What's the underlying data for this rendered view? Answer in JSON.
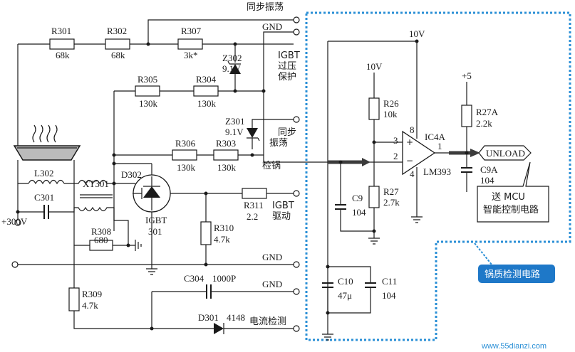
{
  "terminals": {
    "sync_osc_top": "同步振荡",
    "gnd_top": "GND",
    "igbt_overvoltage": "IGBT\n过压\n保护",
    "sync_osc_mid": "同步\n振荡",
    "pan_detect": "检锅",
    "igbt_drive": "IGBT\n驱动",
    "gnd_mid": "GND",
    "gnd_low": "GND",
    "current_detect": "电流检测",
    "supply": "+300V"
  },
  "components": {
    "R301": {
      "ref": "R301",
      "val": "68k"
    },
    "R302": {
      "ref": "R302",
      "val": "68k"
    },
    "R307": {
      "ref": "R307",
      "val": "3k*"
    },
    "Z302": {
      "ref": "Z302",
      "val": "9.1V"
    },
    "R305": {
      "ref": "R305",
      "val": "130k"
    },
    "R304": {
      "ref": "R304",
      "val": "130k"
    },
    "Z301": {
      "ref": "Z301",
      "val": "9.1V"
    },
    "R306": {
      "ref": "R306",
      "val": "130k"
    },
    "R303": {
      "ref": "R303",
      "val": "130k"
    },
    "L302": {
      "ref": "L302"
    },
    "C301": {
      "ref": "C301"
    },
    "XT301": {
      "ref": "XT301"
    },
    "D302": {
      "ref": "D302"
    },
    "IGBT301": {
      "ref": "IGBT",
      "val": "301"
    },
    "R308": {
      "ref": "R308",
      "val": "680"
    },
    "R310": {
      "ref": "R310",
      "val": "4.7k"
    },
    "R311": {
      "ref": "R311",
      "val": "2.2"
    },
    "C304": {
      "ref": "C304",
      "val": "1000P"
    },
    "R309": {
      "ref": "R309",
      "val": "4.7k"
    },
    "D301": {
      "ref": "D301",
      "val": "4148"
    },
    "R26": {
      "ref": "R26",
      "val": "10k"
    },
    "R27": {
      "ref": "R27",
      "val": "2.7k"
    },
    "C9": {
      "ref": "C9",
      "val": "104"
    },
    "C10": {
      "ref": "C10",
      "val": "47μ"
    },
    "C11": {
      "ref": "C11",
      "val": "104"
    },
    "R27A": {
      "ref": "R27A",
      "val": "2.2k"
    },
    "C9A": {
      "ref": "C9A",
      "val": "104"
    },
    "IC4A": {
      "ref": "IC4A",
      "part": "LM393",
      "pin_plus": "3",
      "pin_minus": "2",
      "pin_out": "1",
      "pin_vcc": "8",
      "pin_gnd": "4"
    }
  },
  "rails": {
    "v10_top": "10V",
    "v10_mid": "10V",
    "v5": "+5"
  },
  "output": {
    "signal": "UNLOAD",
    "callout": "送 MCU\n智能控制电路"
  },
  "section_label": "锅质检测电路",
  "watermark": "www.55dianzi.com",
  "colors": {
    "dashed_box": "#2a8fd6",
    "label_bg": "#1e78c8",
    "arrow": "#3b3b3b"
  }
}
